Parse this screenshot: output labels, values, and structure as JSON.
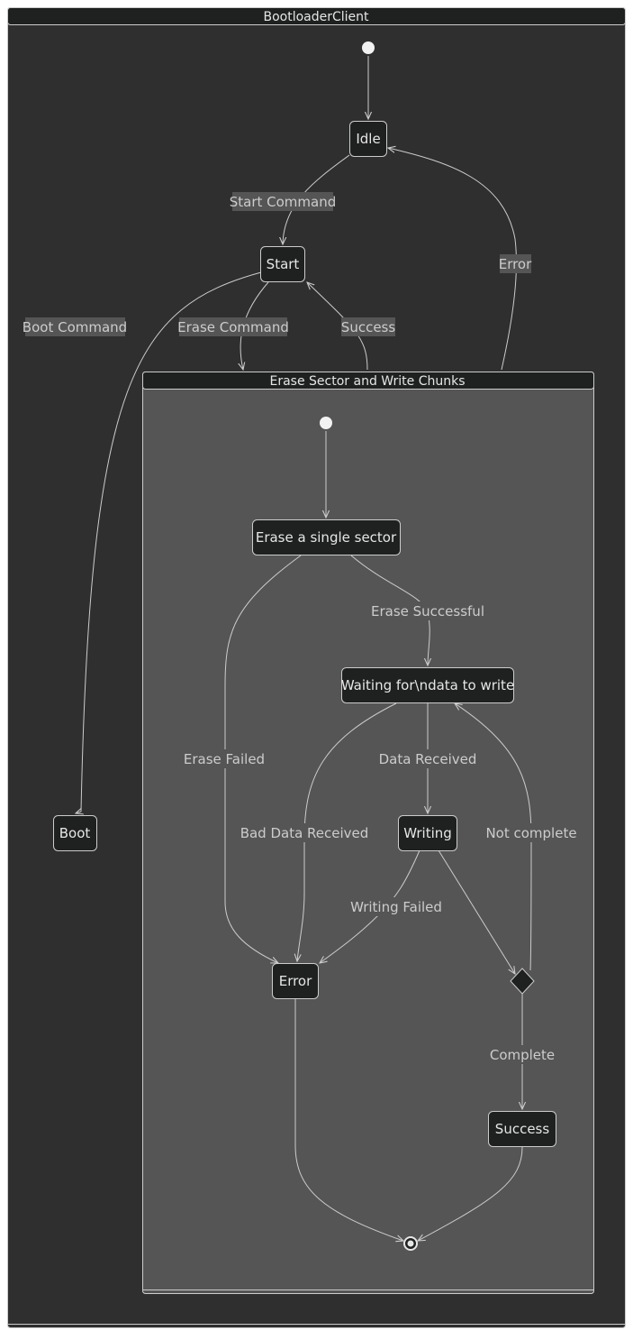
{
  "diagram": {
    "outer_title": "BootloaderClient",
    "inner_title": "Erase Sector and Write Chunks",
    "states": {
      "idle": "Idle",
      "start": "Start",
      "boot": "Boot",
      "erase_sector": "Erase a single sector",
      "waiting": "Waiting for\\ndata to write",
      "writing": "Writing",
      "error": "Error",
      "success": "Success"
    },
    "transitions": {
      "start_command": "Start Command",
      "boot_command": "Boot Command",
      "erase_command": "Erase Command",
      "success_back": "Success",
      "error_back": "Error",
      "erase_successful": "Erase Successful",
      "erase_failed": "Erase Failed",
      "data_received": "Data Received",
      "bad_data_received": "Bad Data Received",
      "writing_failed": "Writing Failed",
      "not_complete": "Not complete",
      "complete": "Complete"
    },
    "colors": {
      "outer_background": "#2f2f2f",
      "inner_background": "#555555",
      "state_fill": "#1f2020",
      "line": "#cccccc",
      "text": "#e6e6e6"
    }
  }
}
